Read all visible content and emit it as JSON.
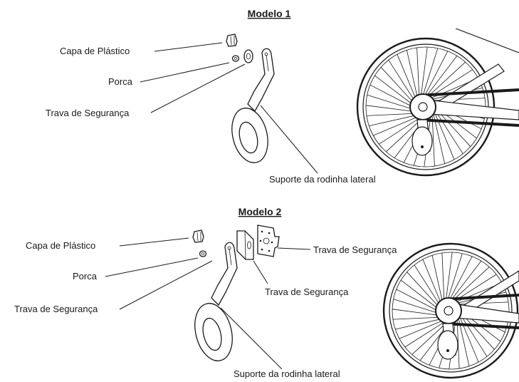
{
  "model1": {
    "title": "Modelo  1",
    "labels": {
      "capa": "Capa de Plástico",
      "porca": "Porca",
      "trava": "Trava de Segurança",
      "suporte": "Suporte da rodinha lateral"
    }
  },
  "model2": {
    "title": "Modelo  2",
    "labels": {
      "capa": "Capa de Plástico",
      "porca": "Porca",
      "trava_left": "Trava de Segurança",
      "trava_plate_right": "Trava de Segurança",
      "trava_plate_below": "Trava de Segurança",
      "suporte": "Suporte da rodinha lateral"
    }
  }
}
